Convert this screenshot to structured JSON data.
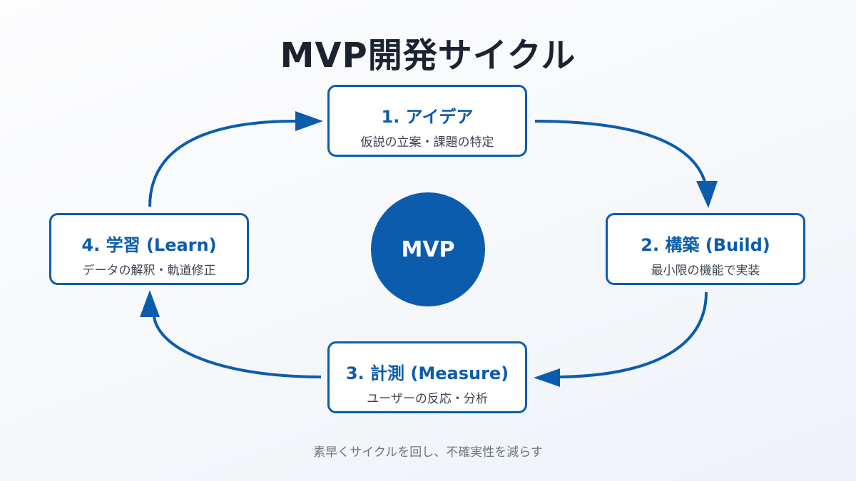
{
  "title": "MVP開発サイクル",
  "center": {
    "label": "MVP"
  },
  "steps": [
    {
      "title": "1. アイデア",
      "subtitle": "仮説の立案・課題の特定"
    },
    {
      "title": "2. 構築 (Build)",
      "subtitle": "最小限の機能で実装"
    },
    {
      "title": "3. 計測 (Measure)",
      "subtitle": "ユーザーの反応・分析"
    },
    {
      "title": "4. 学習 (Learn)",
      "subtitle": "データの解釈・軌道修正"
    }
  ],
  "footer": "素早くサイクルを回し、不確実性を減らす",
  "colors": {
    "accent": "#0b5cad",
    "title": "#1c2230",
    "subtext": "#3d4450",
    "footer": "#6b7583"
  }
}
